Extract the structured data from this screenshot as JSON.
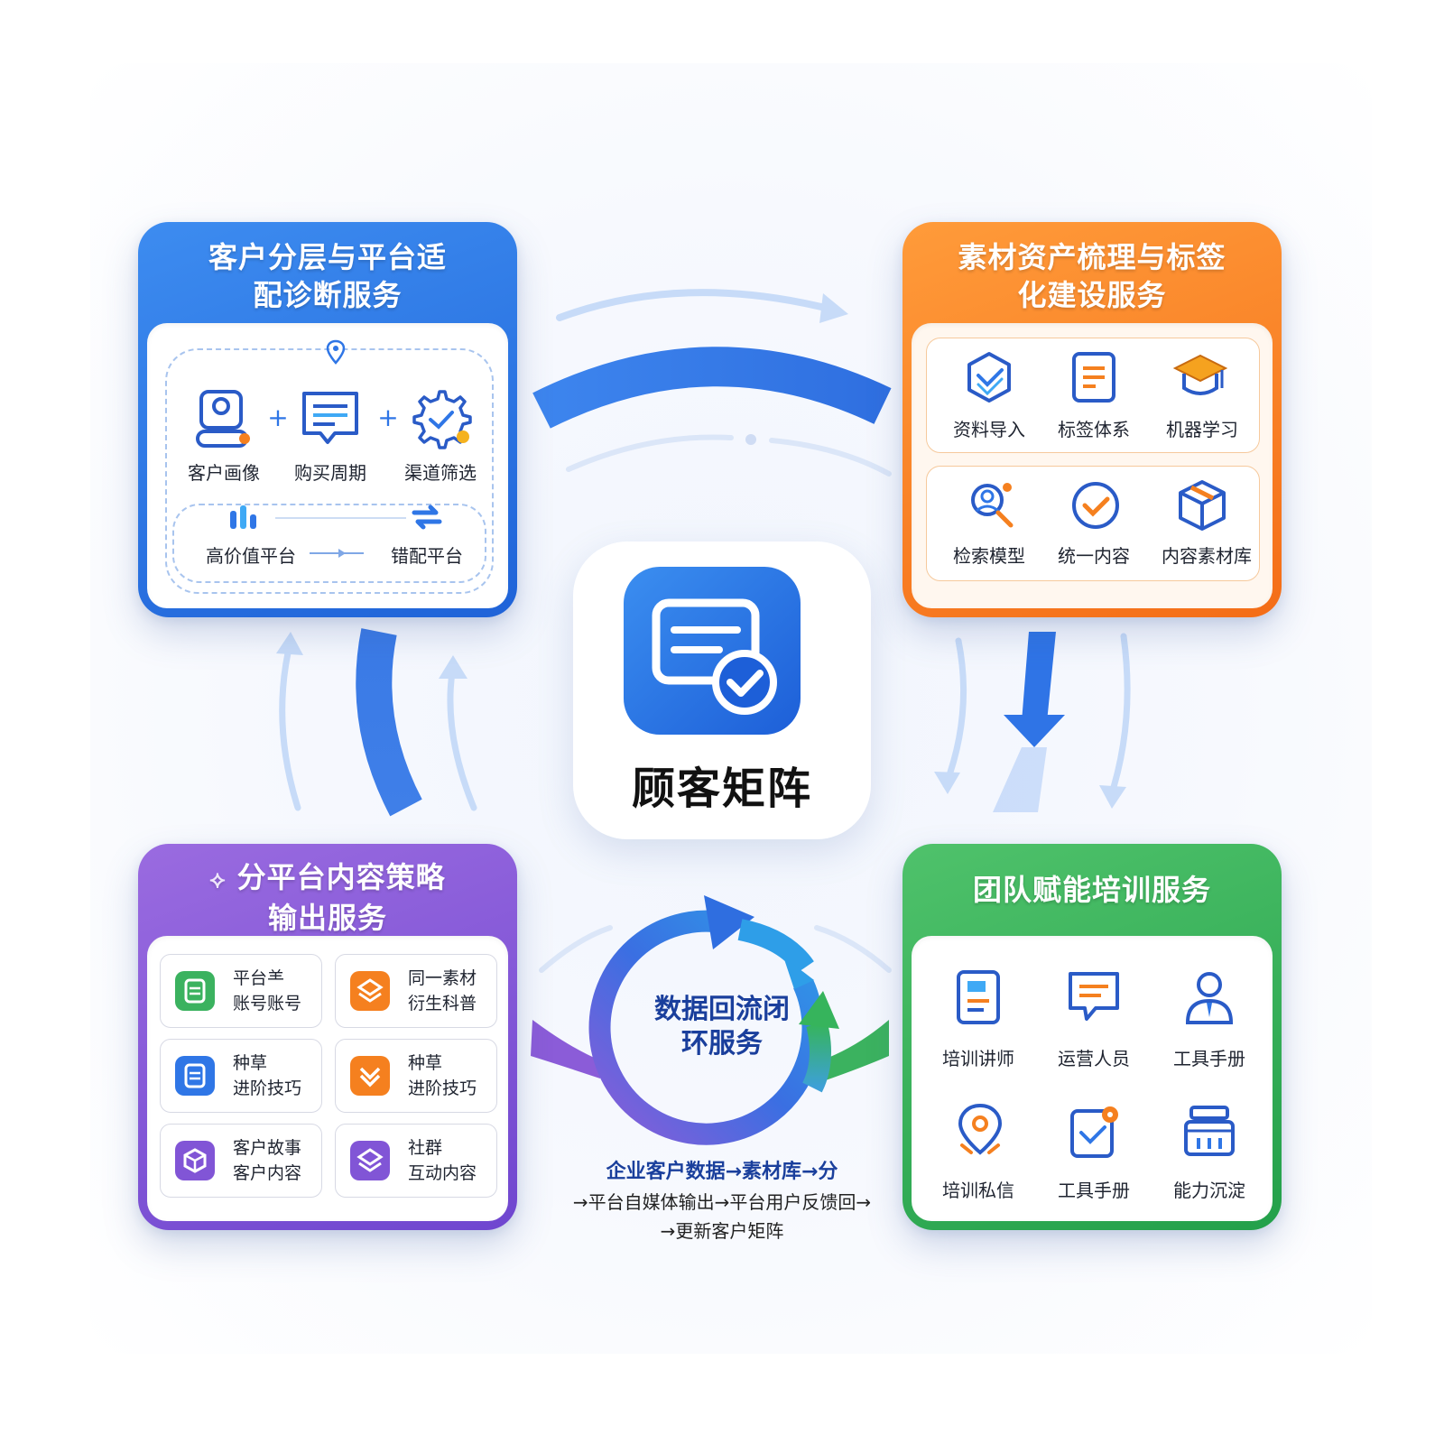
{
  "colors": {
    "blue": "#2f76e6",
    "orange": "#f5801f",
    "purple": "#8155d6",
    "green": "#33ad57"
  },
  "center": {
    "title": "顾客矩阵",
    "icon": "document-check-icon"
  },
  "top_left": {
    "title_line1": "客户分层与平台适",
    "title_line2": "配诊断服务",
    "items": [
      "客户画像",
      "购买周期",
      "渠道筛选"
    ],
    "plus": "+",
    "bottom_left": "高价值平台",
    "bottom_right": "错配平台"
  },
  "top_right": {
    "title_line1": "素材资产梳理与标签",
    "title_line2": "化建设服务",
    "row1": [
      "资料导入",
      "标签体系",
      "机器学习"
    ],
    "row2": [
      "检索模型",
      "统一内容",
      "内容素材库"
    ]
  },
  "bottom_left": {
    "title_line1": "分平台内容策略",
    "title_line2": "输出服务",
    "tiles": [
      {
        "line1": "平台⺷",
        "line2": "账号账号"
      },
      {
        "line1": "同一素材",
        "line2": "衍生科普"
      },
      {
        "line1": "种草",
        "line2": "进阶技巧"
      },
      {
        "line1": "种草",
        "line2": "进阶技巧"
      },
      {
        "line1": "客户故事",
        "line2": "客户内容"
      },
      {
        "line1": "社群",
        "line2": "互动内容"
      }
    ]
  },
  "bottom_right": {
    "title": "团队赋能培训服务",
    "row1": [
      "培训讲师",
      "运营人员",
      "工具手册"
    ],
    "row2": [
      "培训私信",
      "工具手册",
      "能力沉淀"
    ]
  },
  "loop": {
    "title_line1": "数据回流闭",
    "title_line2": "环服务",
    "flow_line1": "企业客户数据→素材库→分",
    "flow_line2": "→平台自媒体输出→平台用户反馈回→",
    "flow_line3": "→更新客户矩阵"
  }
}
